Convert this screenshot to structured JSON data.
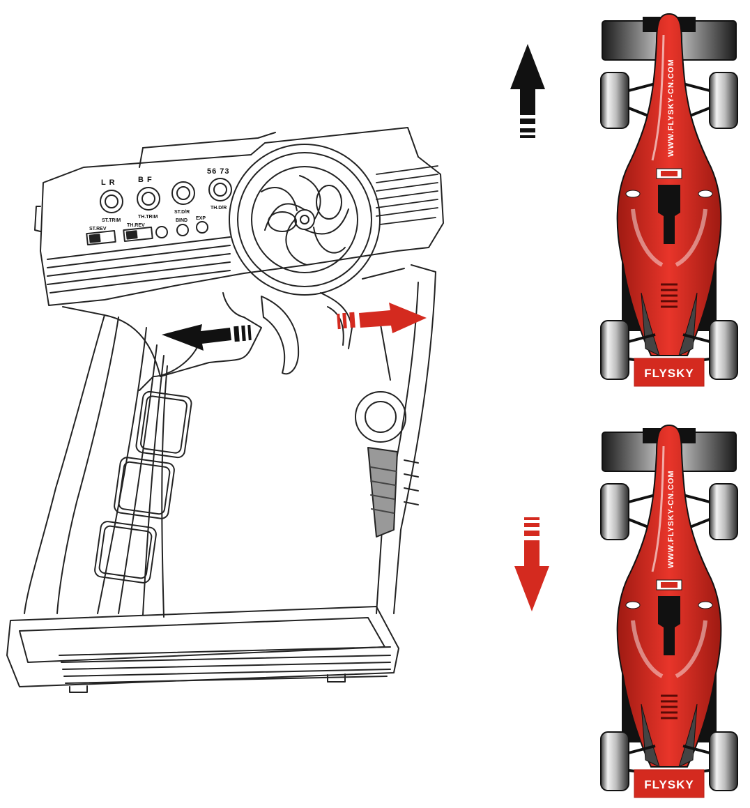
{
  "transmitter": {
    "knob_labels": [
      "L  R",
      "B  F",
      "",
      "56  73"
    ],
    "knob_sublabels": [
      "ST.TRIM",
      "TH.TRIM",
      "ST.D/R",
      "TH.D/R"
    ],
    "switch_labels": [
      "ST.REV",
      "TH.REV"
    ],
    "slot_labels": [
      "BIND",
      "EXP"
    ]
  },
  "cars": [
    {
      "brand": "FLYSKY",
      "url": "WWW.FLYSKY-CN.COM",
      "direction": "forward"
    },
    {
      "brand": "FLYSKY",
      "url": "WWW.FLYSKY-CN.COM",
      "direction": "backward"
    }
  ],
  "colors": {
    "forward_arrow": "#111111",
    "backward_arrow": "#d42a1f",
    "car_body": "#d42a1f",
    "outline": "#222222"
  }
}
